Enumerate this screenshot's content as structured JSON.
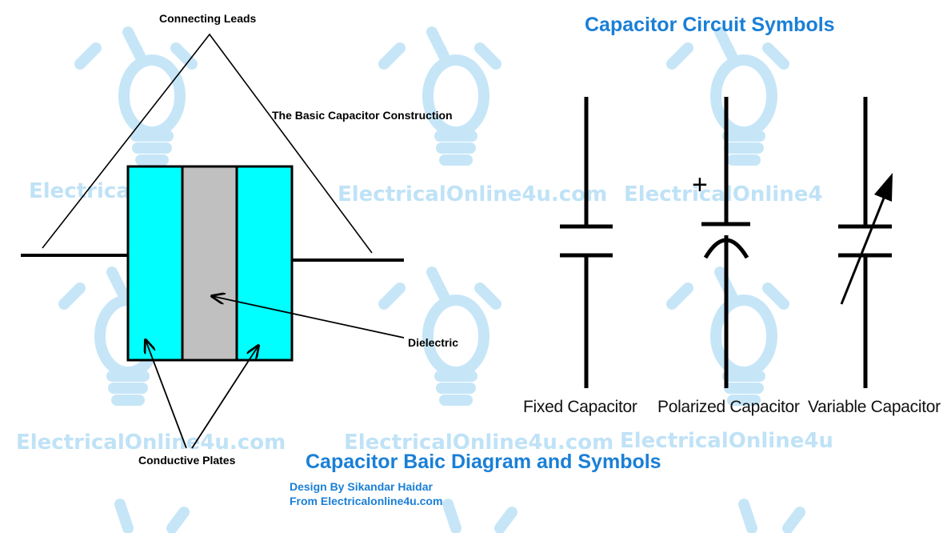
{
  "watermark": {
    "text_full": "ElectricalOnline4u.com",
    "text_partial_1": "Electrica",
    "text_partial_2": "ElectricalOnline4",
    "text_partial_3": "ElectricalOnline4u",
    "color": "#bfe2f6"
  },
  "construction": {
    "leads_label": "Connecting Leads",
    "title_label": "The Basic Capacitor Construction",
    "dielectric_label": "Dielectric",
    "plates_label": "Conductive Plates",
    "plate_color": "#00ffff",
    "dielectric_color": "#c0c0c0"
  },
  "symbols": {
    "heading": "Capacitor Circuit Symbols",
    "fixed_label": "Fixed Capacitor",
    "polarized_label": "Polarized Capacitor",
    "variable_label": "Variable Capacitor",
    "plus_sign": "+"
  },
  "footer": {
    "main_title": "Capacitor Baic Diagram and Symbols",
    "credit_line": "Design By Sikandar Haidar",
    "source_line": "From Electricalonline4u.com",
    "accent_color": "#1a7fd6"
  }
}
